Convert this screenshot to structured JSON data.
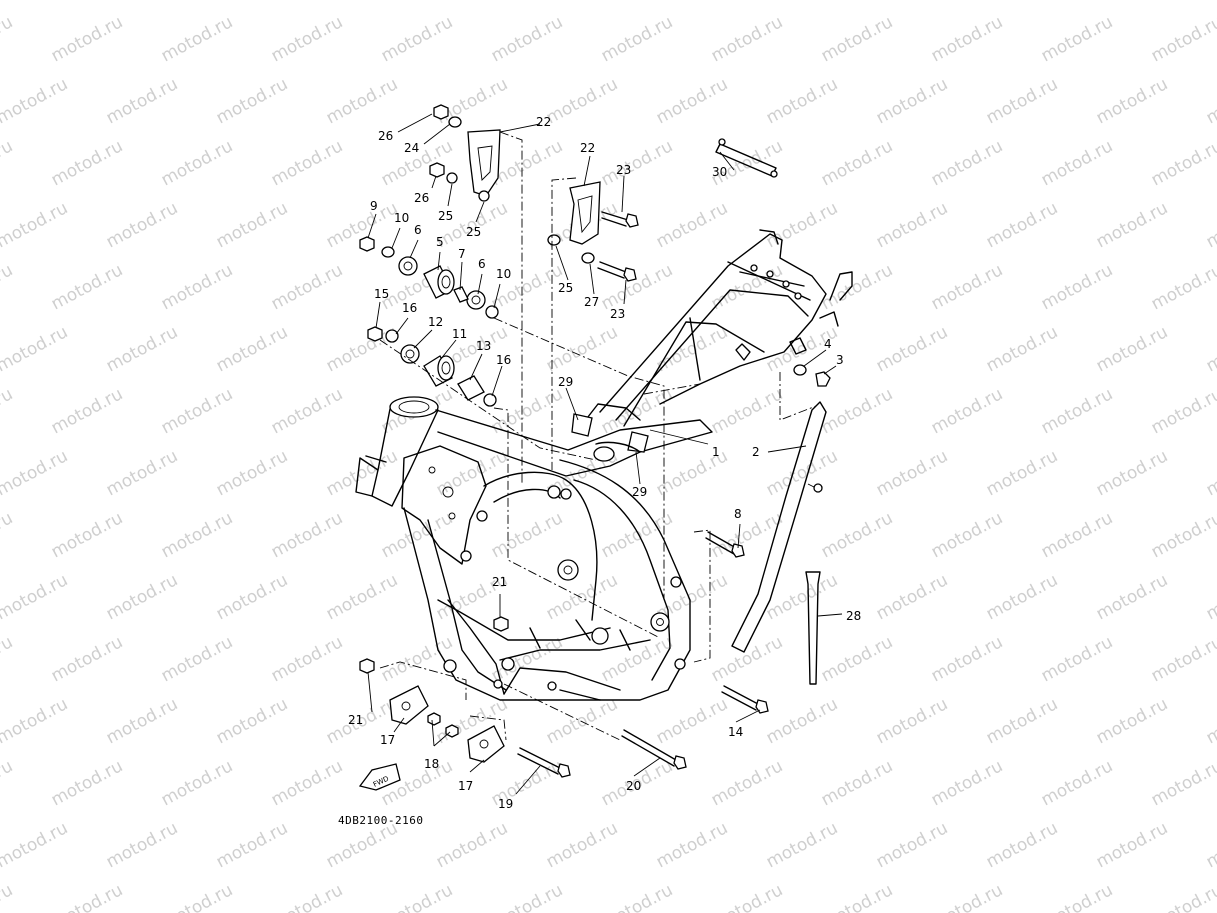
{
  "watermark": {
    "text": "motod.ru",
    "color": "#cfcfcf"
  },
  "diagram": {
    "part_code": "4DB2100-2160",
    "fwd_label": "FWD",
    "callouts": [
      {
        "id": "c26a",
        "label": "26"
      },
      {
        "id": "c24",
        "label": "24"
      },
      {
        "id": "c22a",
        "label": "22"
      },
      {
        "id": "c22b",
        "label": "22"
      },
      {
        "id": "c26b",
        "label": "26"
      },
      {
        "id": "c25a",
        "label": "25"
      },
      {
        "id": "c25b",
        "label": "25"
      },
      {
        "id": "c25c",
        "label": "25"
      },
      {
        "id": "c23a",
        "label": "23"
      },
      {
        "id": "c23b",
        "label": "23"
      },
      {
        "id": "c27",
        "label": "27"
      },
      {
        "id": "c30",
        "label": "30"
      },
      {
        "id": "c9",
        "label": "9"
      },
      {
        "id": "c10a",
        "label": "10"
      },
      {
        "id": "c6a",
        "label": "6"
      },
      {
        "id": "c5",
        "label": "5"
      },
      {
        "id": "c7",
        "label": "7"
      },
      {
        "id": "c6b",
        "label": "6"
      },
      {
        "id": "c10b",
        "label": "10"
      },
      {
        "id": "c15",
        "label": "15"
      },
      {
        "id": "c16a",
        "label": "16"
      },
      {
        "id": "c12",
        "label": "12"
      },
      {
        "id": "c11",
        "label": "11"
      },
      {
        "id": "c13",
        "label": "13"
      },
      {
        "id": "c16b",
        "label": "16"
      },
      {
        "id": "c29a",
        "label": "29"
      },
      {
        "id": "c29b",
        "label": "29"
      },
      {
        "id": "c1",
        "label": "1"
      },
      {
        "id": "c4",
        "label": "4"
      },
      {
        "id": "c3",
        "label": "3"
      },
      {
        "id": "c2",
        "label": "2"
      },
      {
        "id": "c8",
        "label": "8"
      },
      {
        "id": "c28",
        "label": "28"
      },
      {
        "id": "c21a",
        "label": "21"
      },
      {
        "id": "c21b",
        "label": "21"
      },
      {
        "id": "c17a",
        "label": "17"
      },
      {
        "id": "c18",
        "label": "18"
      },
      {
        "id": "c17b",
        "label": "17"
      },
      {
        "id": "c19",
        "label": "19"
      },
      {
        "id": "c20",
        "label": "20"
      },
      {
        "id": "c14",
        "label": "14"
      }
    ]
  }
}
